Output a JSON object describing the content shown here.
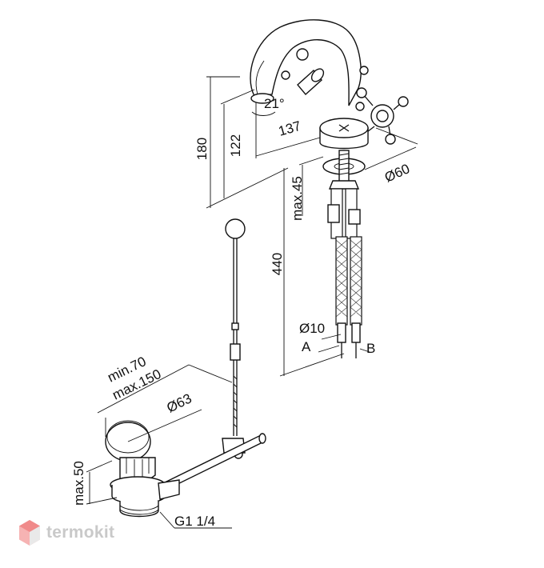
{
  "dimensions": {
    "height_total": "180",
    "height_spout": "122",
    "spout_angle": "21°",
    "spout_reach": "137",
    "base_diameter": "Ø60",
    "max_deck": "max.45",
    "hose_length": "440",
    "hose_diameter": "Ø10",
    "port_a": "A",
    "port_b": "B",
    "rod_min": "min.70",
    "rod_max": "max.150",
    "waste_diameter": "Ø63",
    "waste_height": "max.50",
    "thread": "G1 1/4"
  },
  "brand": {
    "name": "termokit",
    "color": "#c9c9c9",
    "accent": "#f08a8a"
  }
}
